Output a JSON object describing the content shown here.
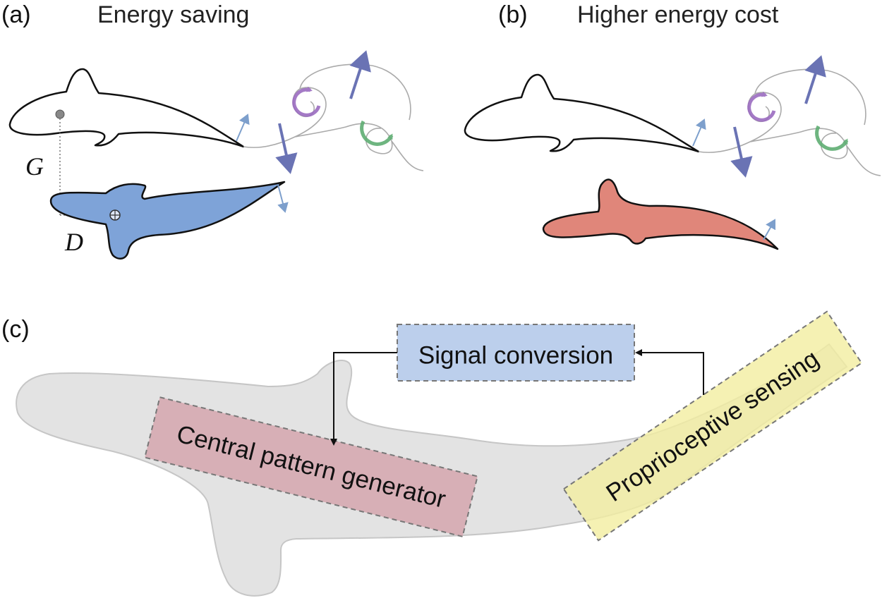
{
  "panels": {
    "a": {
      "label": "(a)",
      "title": "Energy saving"
    },
    "b": {
      "label": "(b)",
      "title": "Higher energy cost"
    },
    "c": {
      "label": "(c)"
    }
  },
  "symbols": {
    "lateral": "G",
    "longitudinal": "D"
  },
  "blocks": {
    "signal": "Signal conversion",
    "cpg": "Central pattern generator",
    "sensing": "Proprioceptive sensing"
  },
  "colors": {
    "follower_energy_saving": "#7ea3d8",
    "follower_higher_cost": "#e0867a",
    "vortex_purple": "#9b6cc0",
    "vortex_green": "#5fae73",
    "arrow_dark": "#6a73b4",
    "arrow_light": "#7d9fcc",
    "signal_box": "#bccfec",
    "cpg_box": "#d6aab2",
    "sensing_box": "#f2eda0",
    "fish_body": "#e3e3e3"
  }
}
